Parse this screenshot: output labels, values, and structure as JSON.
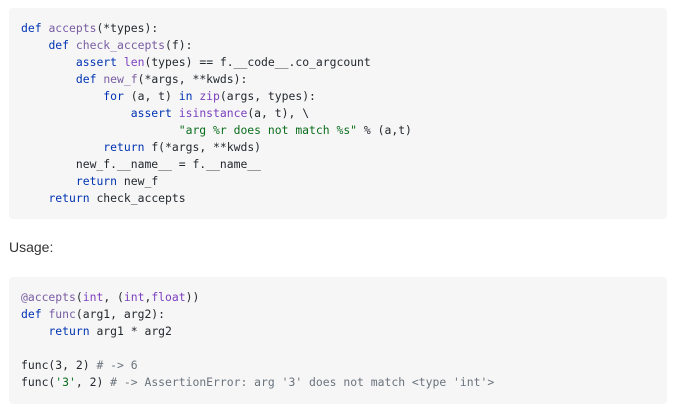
{
  "code_block_1": {
    "lines": [
      [
        {
          "t": "def ",
          "c": "k"
        },
        {
          "t": "accepts",
          "c": "f"
        },
        {
          "t": "(*types):",
          "c": "p"
        }
      ],
      [
        {
          "t": "    ",
          "c": "p"
        },
        {
          "t": "def ",
          "c": "k"
        },
        {
          "t": "check_accepts",
          "c": "f"
        },
        {
          "t": "(f):",
          "c": "p"
        }
      ],
      [
        {
          "t": "        ",
          "c": "p"
        },
        {
          "t": "assert ",
          "c": "k"
        },
        {
          "t": "len",
          "c": "b"
        },
        {
          "t": "(types) == f.__code__.co_argcount",
          "c": "p"
        }
      ],
      [
        {
          "t": "        ",
          "c": "p"
        },
        {
          "t": "def ",
          "c": "k"
        },
        {
          "t": "new_f",
          "c": "f"
        },
        {
          "t": "(*args, **kwds):",
          "c": "p"
        }
      ],
      [
        {
          "t": "            ",
          "c": "p"
        },
        {
          "t": "for ",
          "c": "k"
        },
        {
          "t": "(a, t) ",
          "c": "p"
        },
        {
          "t": "in ",
          "c": "k"
        },
        {
          "t": "zip",
          "c": "b"
        },
        {
          "t": "(args, types):",
          "c": "p"
        }
      ],
      [
        {
          "t": "                ",
          "c": "p"
        },
        {
          "t": "assert ",
          "c": "k"
        },
        {
          "t": "isinstance",
          "c": "b"
        },
        {
          "t": "(a, t), \\",
          "c": "p"
        }
      ],
      [
        {
          "t": "                       ",
          "c": "p"
        },
        {
          "t": "\"arg %r does not match %s\"",
          "c": "s"
        },
        {
          "t": " % (a,t)",
          "c": "p"
        }
      ],
      [
        {
          "t": "            ",
          "c": "p"
        },
        {
          "t": "return ",
          "c": "k"
        },
        {
          "t": "f(*args, **kwds)",
          "c": "p"
        }
      ],
      [
        {
          "t": "        new_f.__name__ = f.__name__",
          "c": "p"
        }
      ],
      [
        {
          "t": "        ",
          "c": "p"
        },
        {
          "t": "return ",
          "c": "k"
        },
        {
          "t": "new_f",
          "c": "p"
        }
      ],
      [
        {
          "t": "    ",
          "c": "p"
        },
        {
          "t": "return ",
          "c": "k"
        },
        {
          "t": "check_accepts",
          "c": "p"
        }
      ]
    ]
  },
  "usage_label": "Usage:",
  "code_block_2": {
    "lines": [
      [
        {
          "t": "@accepts",
          "c": "d"
        },
        {
          "t": "(",
          "c": "p"
        },
        {
          "t": "int",
          "c": "b"
        },
        {
          "t": ", (",
          "c": "p"
        },
        {
          "t": "int",
          "c": "b"
        },
        {
          "t": ",",
          "c": "p"
        },
        {
          "t": "float",
          "c": "b"
        },
        {
          "t": "))",
          "c": "p"
        }
      ],
      [
        {
          "t": "def ",
          "c": "k"
        },
        {
          "t": "func",
          "c": "f"
        },
        {
          "t": "(arg1, arg2):",
          "c": "p"
        }
      ],
      [
        {
          "t": "    ",
          "c": "p"
        },
        {
          "t": "return ",
          "c": "k"
        },
        {
          "t": "arg1 * arg2",
          "c": "p"
        }
      ],
      [
        {
          "t": "",
          "c": "p"
        }
      ],
      [
        {
          "t": "func(3, 2) ",
          "c": "p"
        },
        {
          "t": "# -> 6",
          "c": "c"
        }
      ],
      [
        {
          "t": "func(",
          "c": "p"
        },
        {
          "t": "'3'",
          "c": "s"
        },
        {
          "t": ", 2) ",
          "c": "p"
        },
        {
          "t": "# -> AssertionError: arg '3' does not match <type 'int'>",
          "c": "c"
        }
      ]
    ]
  }
}
